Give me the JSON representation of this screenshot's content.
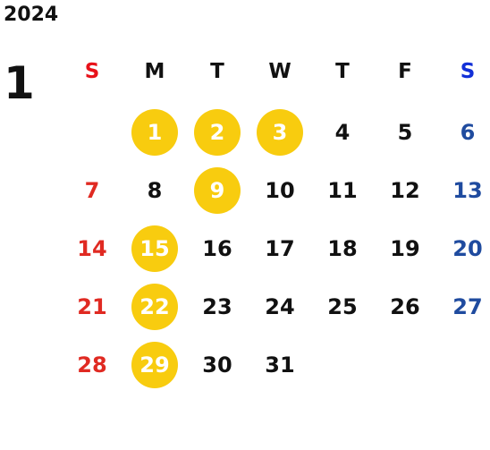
{
  "year": "2024",
  "month": "1",
  "weekdays": [
    "S",
    "M",
    "T",
    "W",
    "T",
    "F",
    "S"
  ],
  "weeks": [
    [
      "",
      "1",
      "2",
      "3",
      "4",
      "5",
      "6"
    ],
    [
      "7",
      "8",
      "9",
      "10",
      "11",
      "12",
      "13"
    ],
    [
      "14",
      "15",
      "16",
      "17",
      "18",
      "19",
      "20"
    ],
    [
      "21",
      "22",
      "23",
      "24",
      "25",
      "26",
      "27"
    ],
    [
      "28",
      "29",
      "30",
      "31",
      "",
      "",
      ""
    ]
  ],
  "highlighted_days": [
    "1",
    "2",
    "3",
    "9",
    "15",
    "22",
    "29"
  ],
  "colors": {
    "sunday": "#e02a22",
    "saturday": "#1f4b9f",
    "weekday": "#111111",
    "highlight_fill": "#f8cc0f",
    "highlight_text": "#ffffff"
  }
}
